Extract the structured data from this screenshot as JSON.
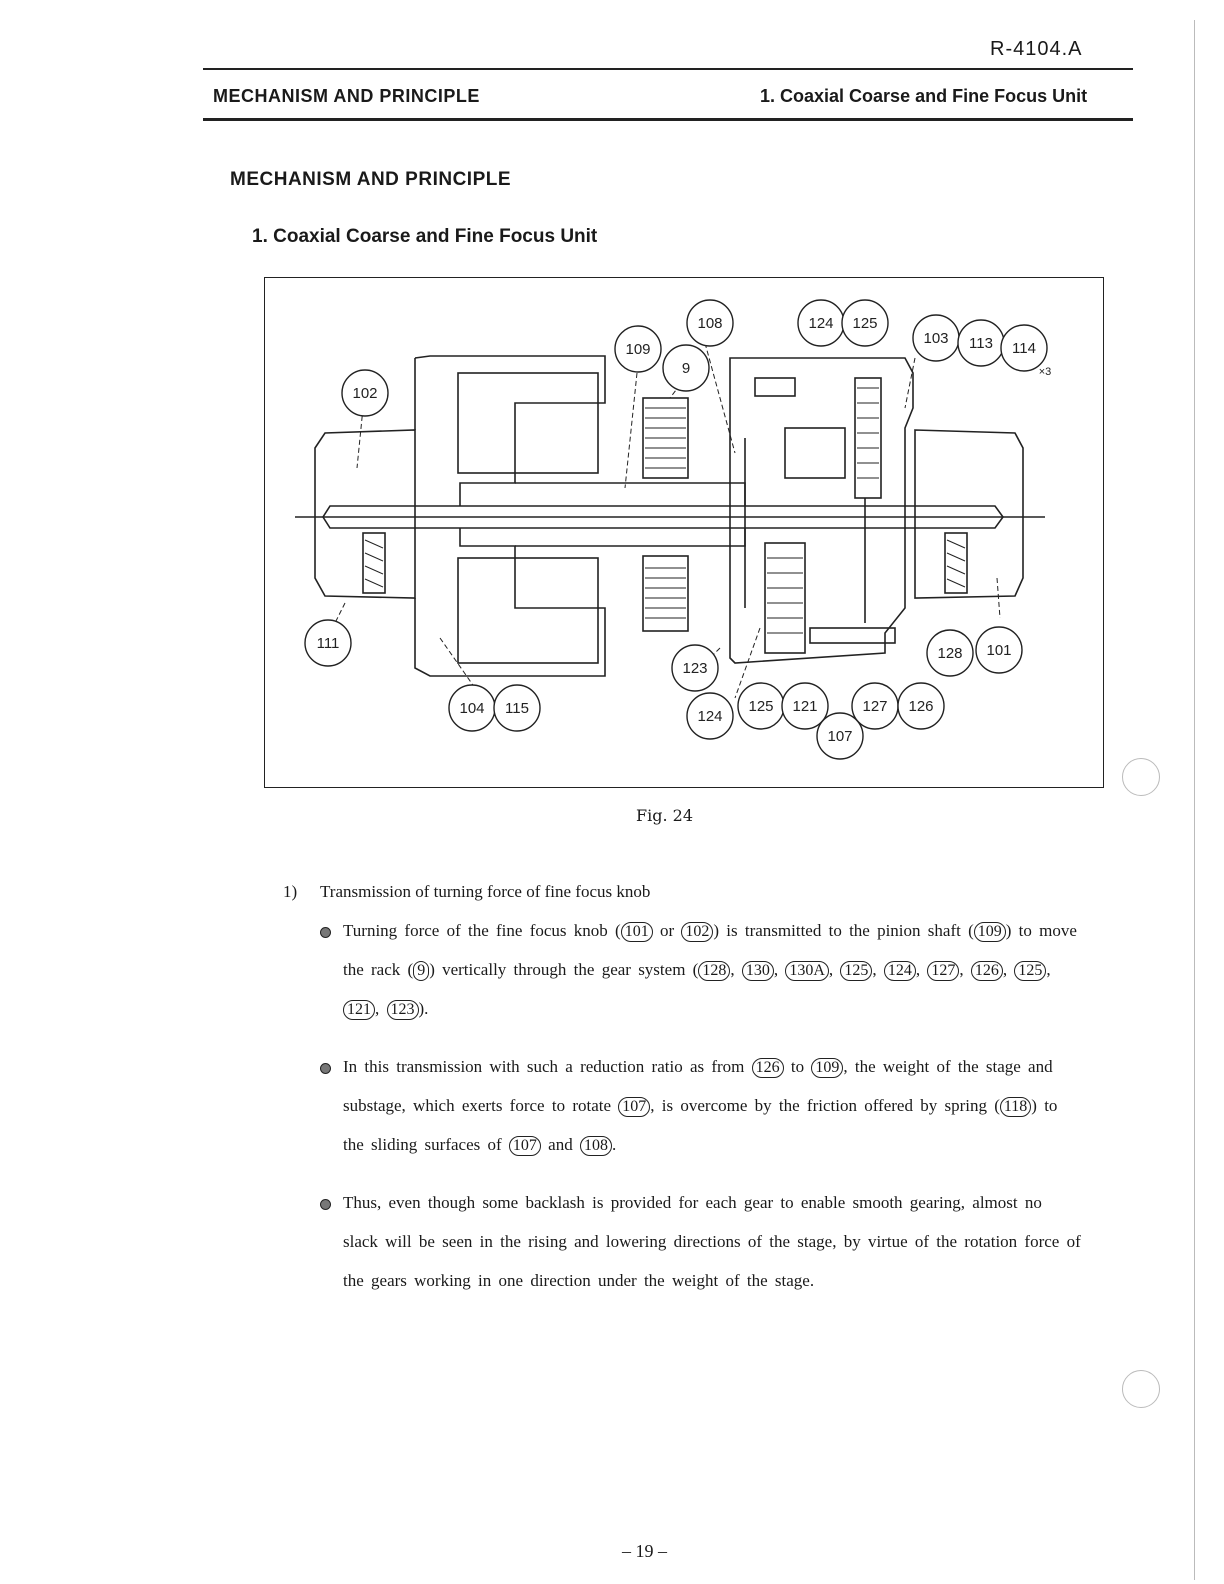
{
  "header": {
    "doc_number": "R-4104.A",
    "left_title": "MECHANISM AND PRINCIPLE",
    "right_title": "1. Coaxial Coarse and Fine Focus Unit"
  },
  "section_title": "MECHANISM AND PRINCIPLE",
  "subsection_title": "1. Coaxial Coarse and Fine Focus Unit",
  "figure": {
    "caption": "Fig. 24",
    "callouts": [
      "108",
      "124",
      "125",
      "109",
      "9",
      "103",
      "113",
      "114",
      "102",
      "111",
      "104",
      "115",
      "123",
      "124",
      "125",
      "121",
      "127",
      "126",
      "107",
      "128",
      "101"
    ],
    "note_x3": "×3"
  },
  "item": {
    "number": "1)",
    "title": "Transmission of turning force of fine focus knob"
  },
  "paragraphs": {
    "p1_a": "Turning force of the fine focus knob (",
    "p1_ref1": "101",
    "p1_b": " or ",
    "p1_ref2": "102",
    "p1_c": ") is transmitted to the pinion shaft (",
    "p1_ref3": "109",
    "p1_d": ") to move the rack (",
    "p1_ref4": "9",
    "p1_e": ") vertically through the gear system (",
    "p1_gears": [
      "128",
      "130",
      "130A",
      "125",
      "124",
      "127",
      "126",
      "125",
      "121",
      "123"
    ],
    "p1_f": ").",
    "p2_a": "In this transmission with such a reduction ratio as from ",
    "p2_ref1": "126",
    "p2_b": " to ",
    "p2_ref2": "109",
    "p2_c": ", the weight of the stage and substage, which exerts force to rotate ",
    "p2_ref3": "107",
    "p2_d": ", is overcome by the friction offered by spring (",
    "p2_ref4": "118",
    "p2_e": ") to the sliding surfaces of ",
    "p2_ref5": "107",
    "p2_f": " and ",
    "p2_ref6": "108",
    "p2_g": ".",
    "p3": "Thus, even though some backlash is provided for each gear to enable smooth gearing, almost no slack will be seen in the rising and lowering directions of the stage, by virtue of the rotation force of the gears working in one direction under the weight of the stage."
  },
  "page_number": "– 19 –"
}
